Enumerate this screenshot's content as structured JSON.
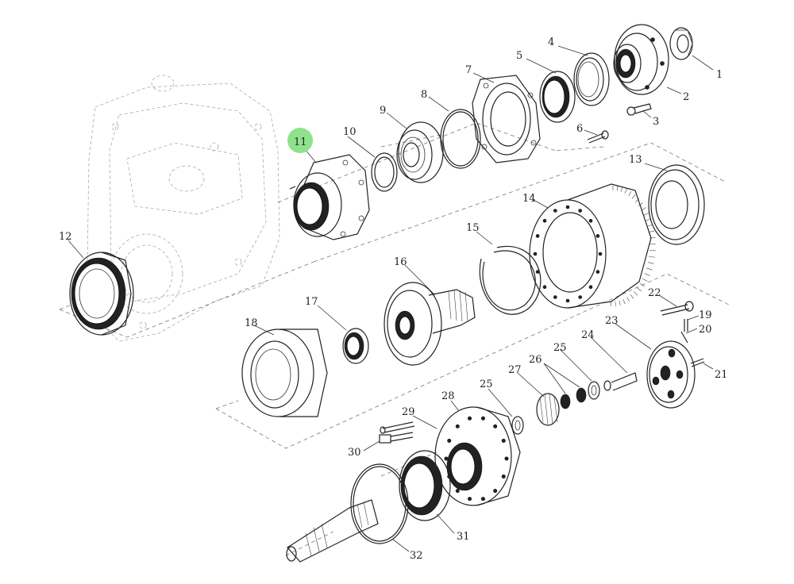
{
  "diagram": {
    "highlight_color": "#8fe28c",
    "highlighted_part": "11",
    "callouts": [
      "1",
      "2",
      "3",
      "4",
      "5",
      "6",
      "7",
      "8",
      "9",
      "10",
      "11",
      "12",
      "13",
      "14",
      "15",
      "16",
      "17",
      "18",
      "19",
      "20",
      "21",
      "22",
      "23",
      "24",
      "25",
      "25",
      "26",
      "27",
      "28",
      "29",
      "30",
      "31",
      "32"
    ]
  }
}
